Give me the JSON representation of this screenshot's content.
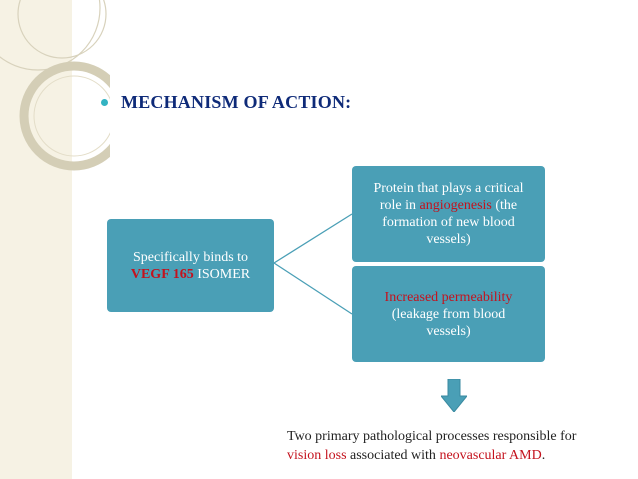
{
  "heading": "MECHANISM OF ACTION:",
  "left_box": {
    "line1": "Specifically binds to",
    "highlight": "VEGF 165",
    "rest": " ISOMER"
  },
  "top_box": {
    "part1": "Protein that plays a critical role in ",
    "highlight": "angiogenesis",
    "part2": " (the formation of new blood vessels)"
  },
  "bottom_box": {
    "highlight": "Increased permeability",
    "part2": " (leakage from blood vessels)"
  },
  "footer": {
    "part1": "Two primary pathological processes responsible for",
    "highlight1": "vision loss",
    "part2": " associated with ",
    "highlight2": "neovascular AMD",
    "part3": "."
  },
  "colors": {
    "box_fill": "#4a9fb6",
    "heading": "#0e2a78",
    "bullet": "#33b3c2",
    "highlight_red": "#c4121d",
    "arrow": "#4a9fb6"
  }
}
